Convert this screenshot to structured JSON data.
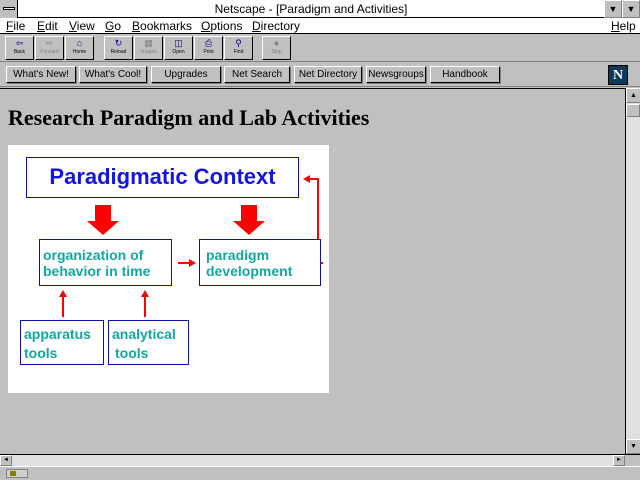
{
  "window": {
    "title": "Netscape - [Paradigm and Activities]",
    "min_glyph": "▼",
    "max_glyph": "▼"
  },
  "menu": {
    "items": [
      "File",
      "Edit",
      "View",
      "Go",
      "Bookmarks",
      "Options",
      "Directory"
    ],
    "help": "Help"
  },
  "toolbar": {
    "buttons": [
      {
        "label": "Back",
        "icon": "⇦",
        "icon_name": "back-arrow-icon",
        "enabled": true
      },
      {
        "label": "Forward",
        "icon": "⇨",
        "icon_name": "forward-arrow-icon",
        "enabled": false
      },
      {
        "label": "Home",
        "icon": "⌂",
        "icon_name": "home-icon",
        "enabled": true
      },
      {
        "label": "Reload",
        "icon": "↻",
        "icon_name": "reload-icon",
        "enabled": true
      },
      {
        "label": "Images",
        "icon": "▦",
        "icon_name": "images-icon",
        "enabled": false
      },
      {
        "label": "Open",
        "icon": "◫",
        "icon_name": "open-icon",
        "enabled": true
      },
      {
        "label": "Print",
        "icon": "⎙",
        "icon_name": "print-icon",
        "enabled": true
      },
      {
        "label": "Find",
        "icon": "⚲",
        "icon_name": "find-icon",
        "enabled": true
      },
      {
        "label": "Stop",
        "icon": "●",
        "icon_name": "stop-icon",
        "enabled": false
      }
    ]
  },
  "directory_buttons": [
    "What's New!",
    "What's Cool!",
    "Upgrades",
    "Net Search",
    "Net Directory",
    "Newsgroups",
    "Handbook"
  ],
  "logo": "N",
  "page": {
    "heading": "Research Paradigm and Lab Activities"
  },
  "diagram": {
    "context": "Paradigmatic Context",
    "organization_line1": "organization of",
    "organization_line2": "behavior in time",
    "paradigm_line1": "paradigm",
    "paradigm_line2": "development",
    "apparatus_line1": "apparatus",
    "apparatus_line2": "tools",
    "analytical_line1": "analytical",
    "analytical_line2": "tools",
    "colors": {
      "context_text": "#1515e0",
      "box_text": "#10a8a0",
      "arrows": "#ff0000",
      "border": "#1010a0"
    }
  },
  "scroll": {
    "up": "▲",
    "down": "▼",
    "left": "◄",
    "right": "►"
  }
}
